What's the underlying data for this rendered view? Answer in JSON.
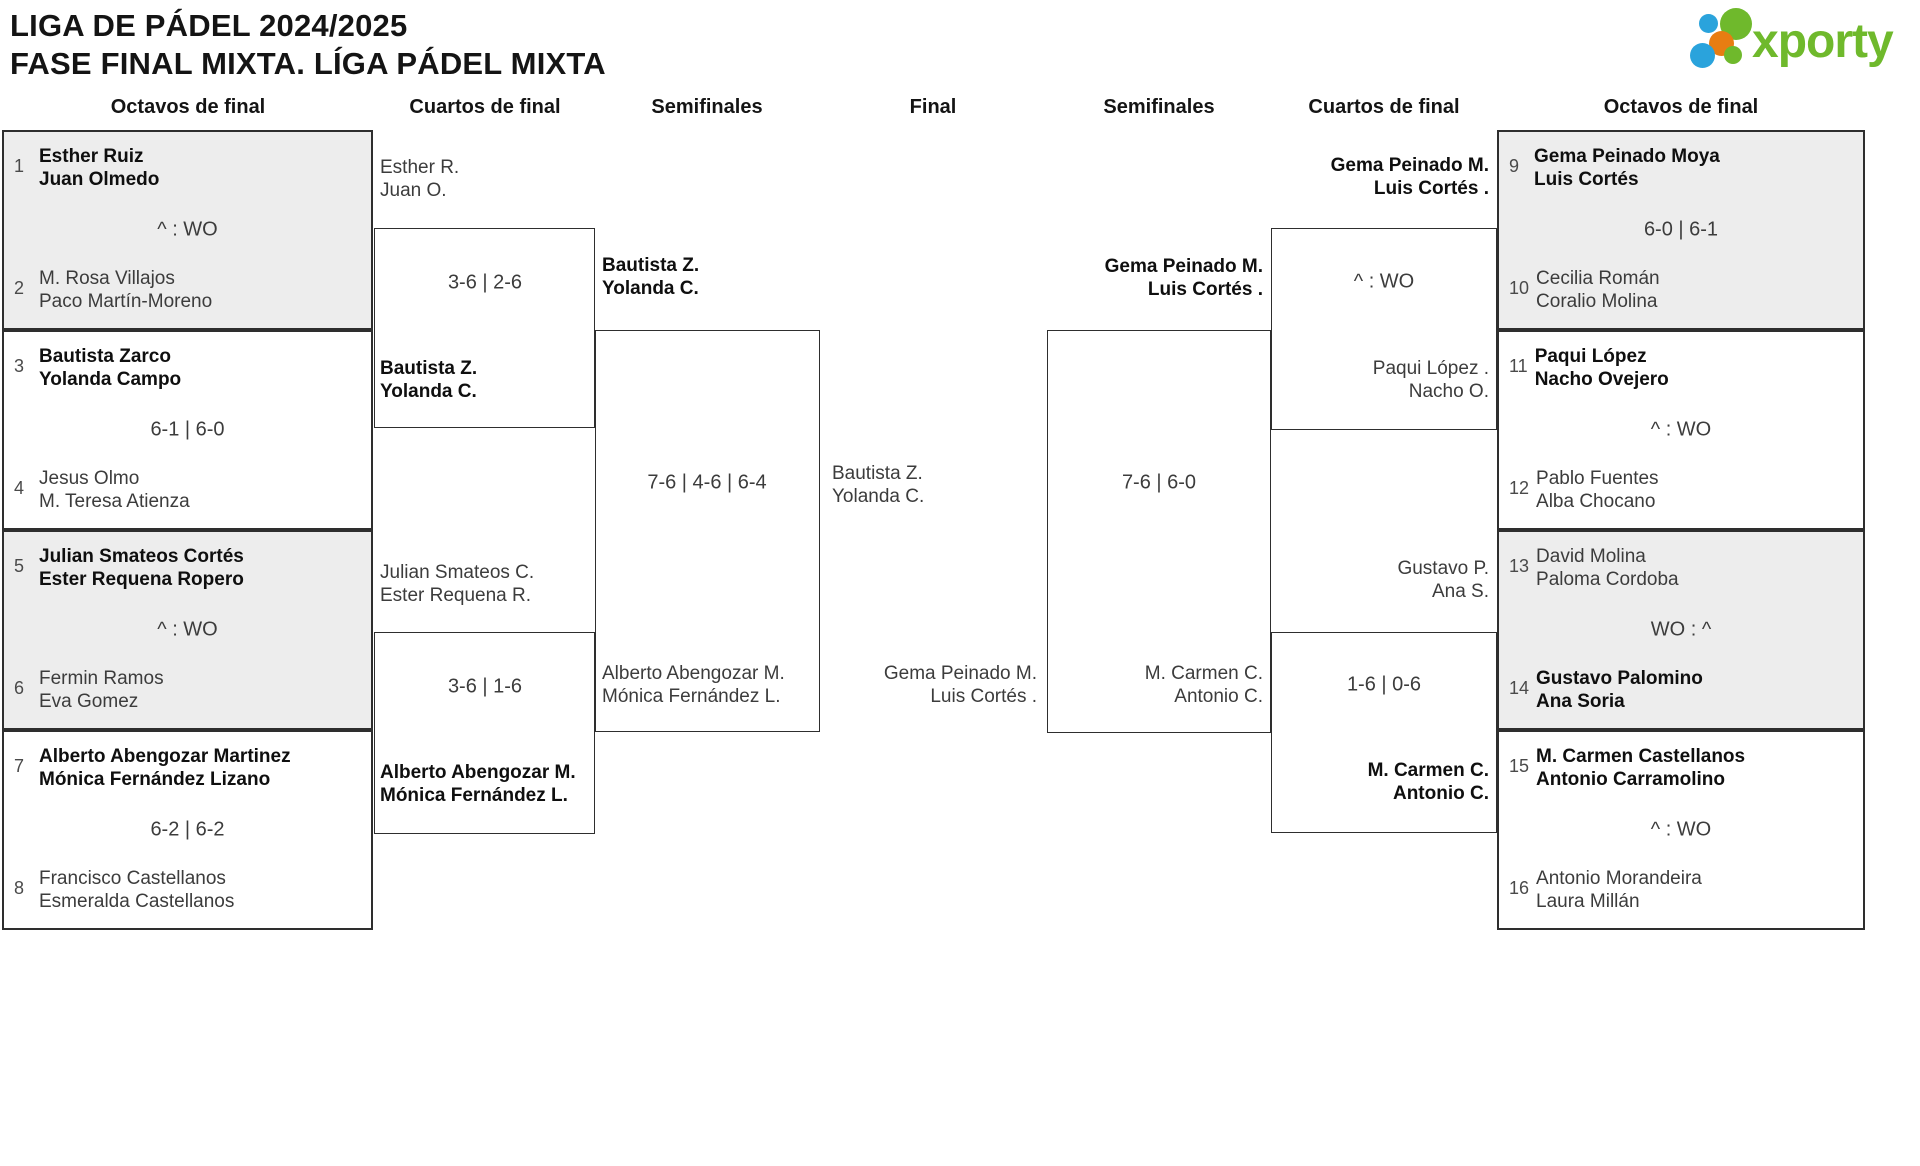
{
  "header": {
    "title_line1": "LIGA DE PÁDEL 2024/2025",
    "title_line2": "FASE FINAL MIXTA. LÍGA PÁDEL MIXTA",
    "logo_text": "xporty"
  },
  "columns": [
    "Octavos de final",
    "Cuartos de final",
    "Semifinales",
    "Final",
    "Semifinales",
    "Cuartos de final",
    "Octavos de final"
  ],
  "colors": {
    "logo_green": "#6fb92c",
    "logo_blue": "#2aa3dc",
    "logo_orange": "#e87d12",
    "shaded_box": "#ededed",
    "line": "#2e2e2e"
  },
  "r16": {
    "left": [
      {
        "seed_top": "1",
        "top": [
          "Esther Ruiz",
          "Juan Olmedo"
        ],
        "score": "^ : WO",
        "seed_bottom": "2",
        "bottom": [
          "M. Rosa Villajos",
          "Paco Martín-Moreno"
        ],
        "winner": "top"
      },
      {
        "seed_top": "3",
        "top": [
          "Bautista Zarco",
          "Yolanda Campo"
        ],
        "score": "6-1 | 6-0",
        "seed_bottom": "4",
        "bottom": [
          "Jesus Olmo",
          "M. Teresa Atienza"
        ],
        "winner": "top"
      },
      {
        "seed_top": "5",
        "top": [
          "Julian Smateos Cortés",
          "Ester Requena Ropero"
        ],
        "score": "^ : WO",
        "seed_bottom": "6",
        "bottom": [
          "Fermin Ramos",
          "Eva Gomez"
        ],
        "winner": "top"
      },
      {
        "seed_top": "7",
        "top": [
          "Alberto Abengozar Martinez",
          "Mónica Fernández Lizano"
        ],
        "score": "6-2 | 6-2",
        "seed_bottom": "8",
        "bottom": [
          "Francisco Castellanos",
          "Esmeralda Castellanos"
        ],
        "winner": "top"
      }
    ],
    "right": [
      {
        "seed_top": "9",
        "top": [
          "Gema Peinado Moya",
          "Luis Cortés"
        ],
        "score": "6-0 | 6-1",
        "seed_bottom": "10",
        "bottom": [
          "Cecilia Román",
          "Coralio Molina"
        ],
        "winner": "top"
      },
      {
        "seed_top": "11",
        "top": [
          "Paqui López",
          "Nacho Ovejero"
        ],
        "score": "^ : WO",
        "seed_bottom": "12",
        "bottom": [
          "Pablo Fuentes",
          "Alba Chocano"
        ],
        "winner": "top"
      },
      {
        "seed_top": "13",
        "top": [
          "David Molina",
          "Paloma Cordoba"
        ],
        "score": "WO : ^",
        "seed_bottom": "14",
        "bottom": [
          "Gustavo Palomino",
          "Ana Soria"
        ],
        "winner": "bottom"
      },
      {
        "seed_top": "15",
        "top": [
          "M. Carmen Castellanos",
          "Antonio Carramolino"
        ],
        "score": "^ : WO",
        "seed_bottom": "16",
        "bottom": [
          "Antonio Morandeira",
          "Laura Millán"
        ],
        "winner": "top"
      }
    ]
  },
  "qf": {
    "left": [
      {
        "top": [
          "Esther R.",
          "Juan O."
        ],
        "score": "3-6 | 2-6",
        "bottom": [
          "Bautista Z.",
          "Yolanda C."
        ],
        "winner": "bottom"
      },
      {
        "top": [
          "Julian Smateos C.",
          "Ester Requena R."
        ],
        "score": "3-6 | 1-6",
        "bottom": [
          "Alberto Abengozar M.",
          "Mónica Fernández L."
        ],
        "winner": "bottom"
      }
    ],
    "right": [
      {
        "top": [
          "Gema Peinado M.",
          "Luis Cortés ."
        ],
        "score": "^ : WO",
        "bottom": [
          "Paqui López .",
          "Nacho O."
        ],
        "winner": "top"
      },
      {
        "top": [
          "Gustavo P.",
          "Ana S."
        ],
        "score": "1-6 | 0-6",
        "bottom": [
          "M. Carmen C.",
          "Antonio C."
        ],
        "winner": "bottom"
      }
    ]
  },
  "sf": {
    "left": {
      "top": [
        "Bautista Z.",
        "Yolanda C."
      ],
      "score": "7-6 | 4-6 | 6-4",
      "bottom": [
        "Alberto Abengozar M.",
        "Mónica Fernández L."
      ],
      "winner": "top"
    },
    "right": {
      "top": [
        "Gema Peinado M.",
        "Luis Cortés ."
      ],
      "score": "7-6 | 6-0",
      "bottom": [
        "M. Carmen C.",
        "Antonio C."
      ],
      "winner": "top"
    }
  },
  "final": {
    "top": [
      "Bautista Z.",
      "Yolanda C."
    ],
    "bottom": [
      "Gema Peinado M.",
      "Luis Cortés ."
    ]
  }
}
